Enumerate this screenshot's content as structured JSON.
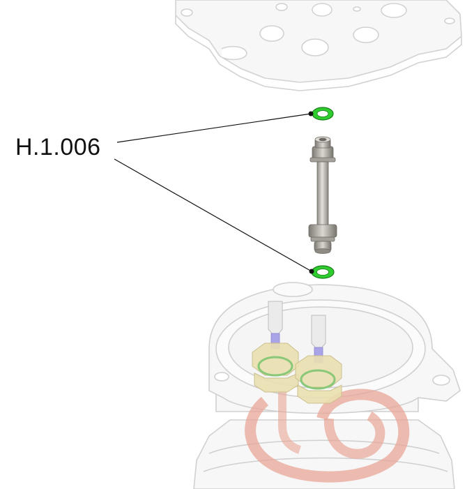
{
  "diagram": {
    "callout": {
      "label": "H.1.006",
      "targets": [
        "upper-o-ring",
        "lower-o-ring"
      ]
    },
    "parts": [
      {
        "name": "top-plate",
        "style": "ghosted"
      },
      {
        "name": "upper-o-ring",
        "style": "highlighted"
      },
      {
        "name": "tie-rod",
        "style": "solid"
      },
      {
        "name": "lower-o-ring",
        "style": "highlighted"
      },
      {
        "name": "heating-element",
        "style": "ghosted"
      },
      {
        "name": "boiler-body",
        "style": "ghosted"
      }
    ]
  },
  "colors": {
    "highlight_ring": "#2ecc2e",
    "ghost_outline": "#cfcfcf",
    "ghost_fill": "#f6f6f6",
    "rod_metal": "#b9b5ae",
    "heating_coil": "#e8a595",
    "terminal_blue": "#a9a3e8",
    "nut_brass": "#eadfb0",
    "leader_line": "#111111"
  }
}
